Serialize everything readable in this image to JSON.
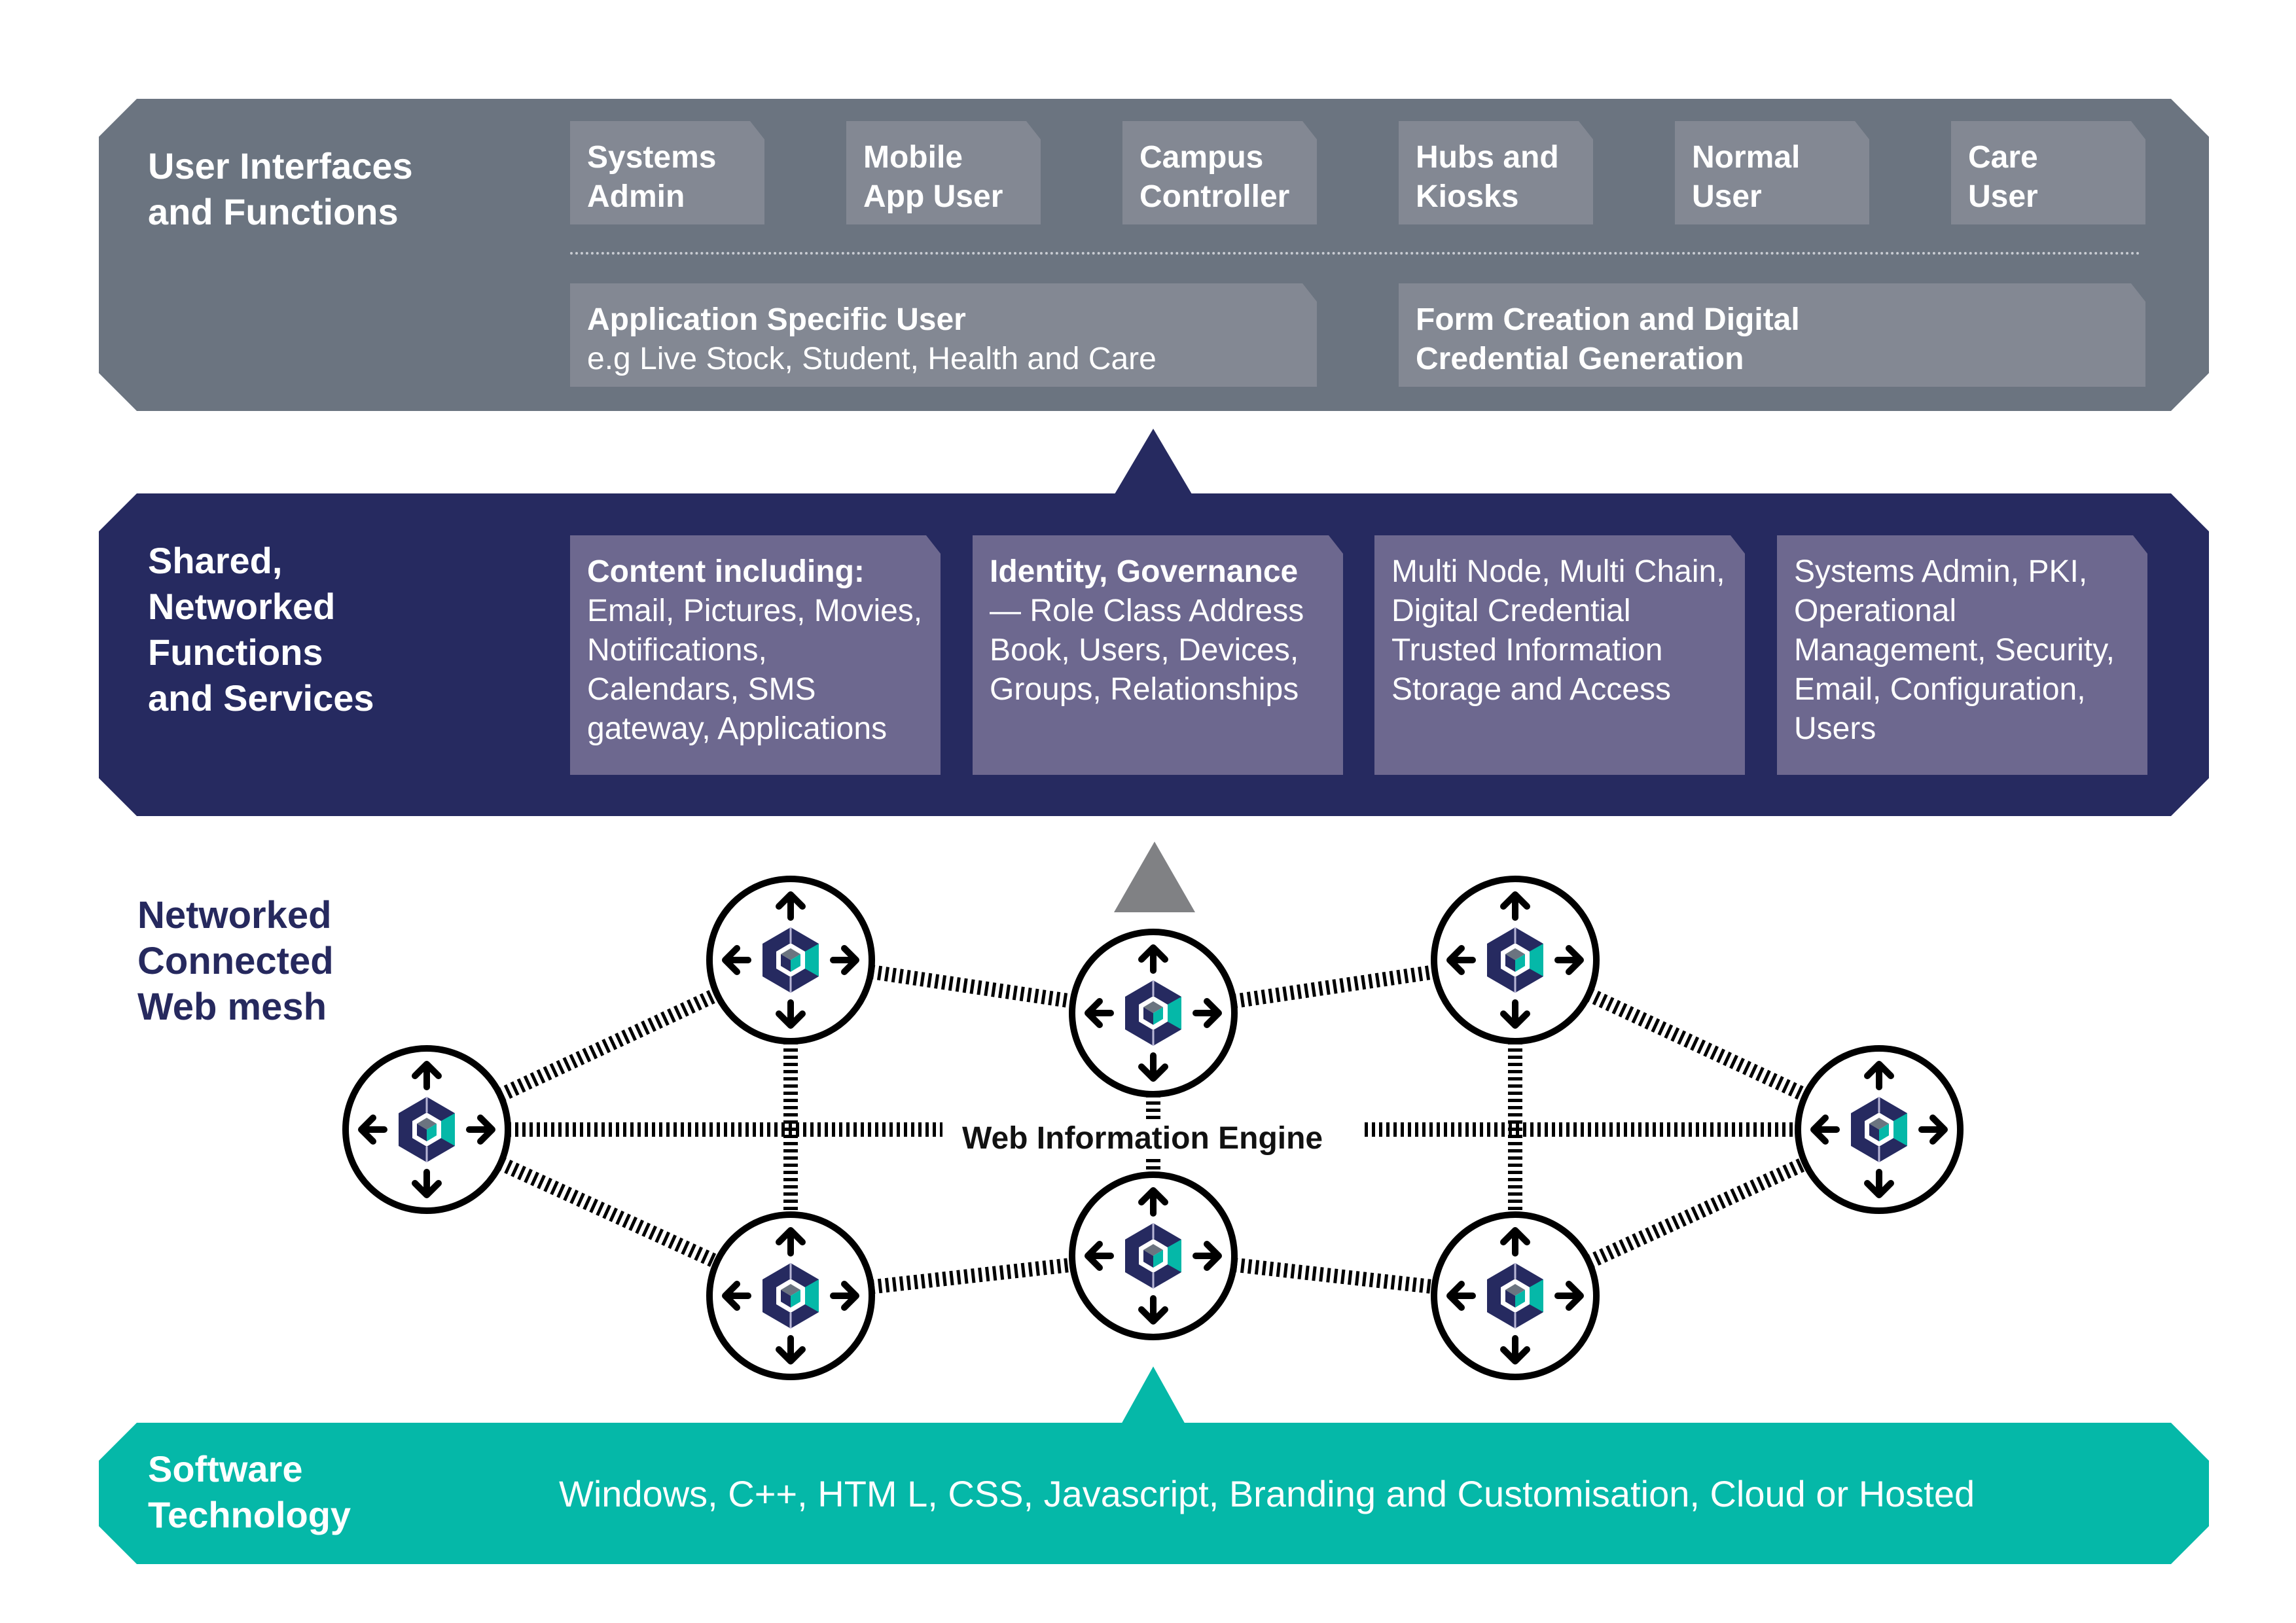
{
  "colors": {
    "ui_layer": "#6b7480",
    "ui_card": "#838893",
    "services_layer": "#262a60",
    "services_card": "#6d688f",
    "technology_layer": "#05b8a8",
    "mesh_label": "#26295e",
    "connector_arrow_gray": "#808184"
  },
  "ui_layer": {
    "title": "User Interfaces\nand Functions",
    "cards": [
      {
        "line1": "Systems",
        "line2": "Admin"
      },
      {
        "line1": "Mobile",
        "line2": "App User"
      },
      {
        "line1": "Campus",
        "line2": "Controller"
      },
      {
        "line1": "Hubs and",
        "line2": "Kiosks"
      },
      {
        "line1": "Normal",
        "line2": "User"
      },
      {
        "line1": "Care",
        "line2": "User"
      }
    ],
    "wide_cards": [
      {
        "heading": "Application Specific User",
        "detail": "e.g Live Stock, Student, Health and Care"
      },
      {
        "heading": "Form Creation and Digital",
        "detail": "Credential Generation"
      }
    ]
  },
  "services_layer": {
    "title": "Shared,\nNetworked\nFunctions\nand Services",
    "cards": [
      {
        "bold": "Content including:",
        "text": "Email, Pictures, Movies, Notifications, Calendars, SMS gateway, Applications"
      },
      {
        "bold": "Identity, Governance",
        "text": " — Role Class Address Book, Users, Devices, Groups, Relationships"
      },
      {
        "bold": "",
        "text": "Multi Node, Multi Chain, Digital Credential Trusted Information Storage and Access"
      },
      {
        "bold": "",
        "text": "Systems Admin, PKI, Operational Management, Security, Email, Configuration, Users"
      }
    ]
  },
  "mesh": {
    "title": "Networked\nConnected\nWeb mesh",
    "engine_label": "Web Information Engine",
    "node_icon": "hexagon-cube-logo-with-four-direction-arrows",
    "node_count": 8
  },
  "technology_layer": {
    "title": "Software\nTechnology",
    "text": "Windows, C++, HTM L, CSS, Javascript, Branding and Customisation, Cloud or Hosted"
  }
}
